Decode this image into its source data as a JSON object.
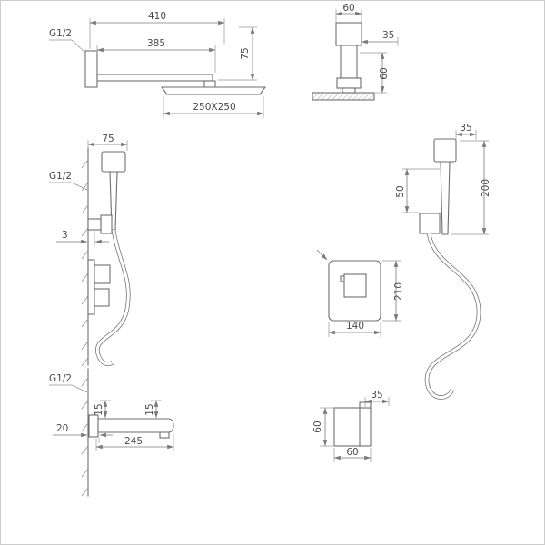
{
  "drawing": {
    "type": "technical-dimension-drawing",
    "subject": "concealed shower system: rain head with arm, hand shower, thermostatic mixer, bath spout",
    "colors": {
      "line": "#6e6e6e",
      "dim": "#7a7a7a",
      "text": "#4a4a4a",
      "border": "#cccccc",
      "background": "#ffffff"
    },
    "views": {
      "rain_head_front": {
        "thread_label": "G1/2",
        "overall_length": "410",
        "arm_length": "385",
        "drop_height": "75",
        "head_size": "250X250"
      },
      "rain_head_side": {
        "top_width": "60",
        "side_offset": "35",
        "side_height": "60"
      },
      "hand_shower_side": {
        "bracket_width": "75",
        "thread_label": "G1/2",
        "wall_gap": "3"
      },
      "hand_shower_front": {
        "head_width": "35",
        "body_height": "200",
        "bracket_height": "50"
      },
      "mixer_front": {
        "plate_height": "210",
        "plate_width": "140"
      },
      "spout_side": {
        "thread_label": "G1/2",
        "body_height": "15",
        "tip_height": "15",
        "wall_depth": "20",
        "length": "245"
      },
      "handle_side": {
        "knob_depth": "35",
        "body_height": "60",
        "body_width": "60"
      }
    }
  }
}
